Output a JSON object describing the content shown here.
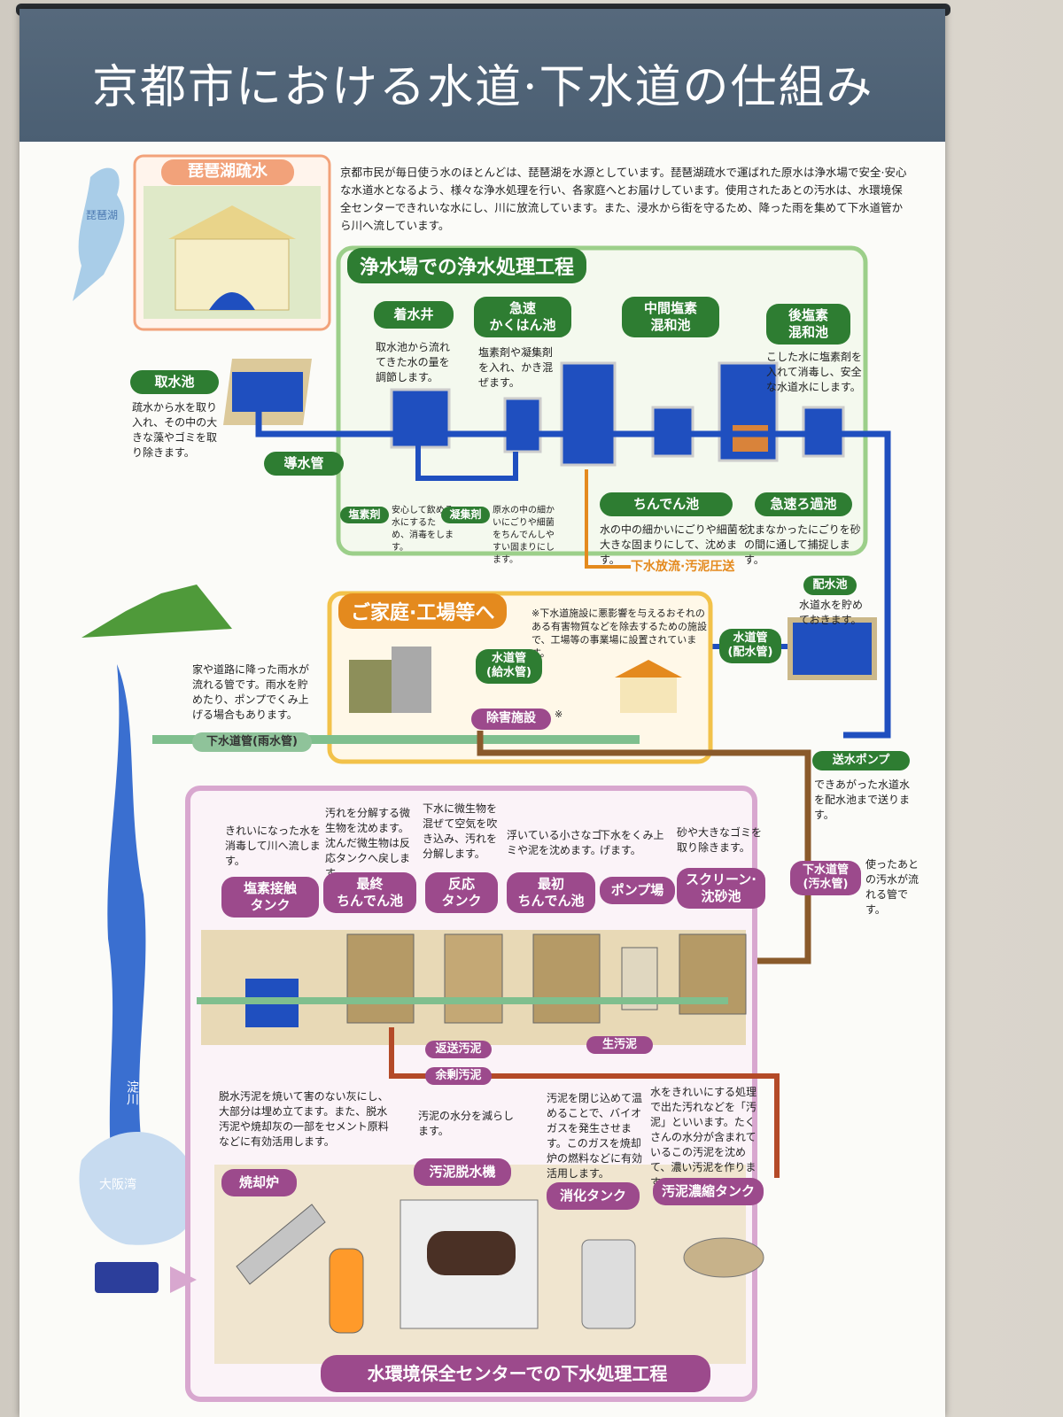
{
  "header": {
    "title": "京都市における水道·下水道の仕組み"
  },
  "intro": "京都市民が毎日使う水のほとんどは、琵琶湖を水源としています。琵琶湖疏水で運ばれた原水は浄水場で安全·安心な水道水となるよう、様々な浄水処理を行い、各家庭へとお届けしています。使用されたあとの汚水は、水環境保全センターできれいな水にし、川に放流しています。また、浸水から街を守るため、降った雨を集めて下水道管から川へ流しています。",
  "map": {
    "lake": "琵琶湖",
    "river": "淀川",
    "bay": "大阪湾"
  },
  "canal": {
    "title": "琵琶湖疏水"
  },
  "intake": {
    "label": "取水池",
    "desc": "疏水から水を取り入れ、その中の大きな藻やゴミを取り除きます。",
    "pipe": "導水管"
  },
  "purification": {
    "title": "浄水場での浄水処理工程",
    "steps": [
      {
        "label": "着水井",
        "desc": "取水池から流れてきた水の量を調節します。"
      },
      {
        "label": "急速\nかくはん池",
        "desc": "塩素剤や凝集剤を入れ、かき混ぜます。"
      },
      {
        "label": "中間塩素\n混和池",
        "desc": ""
      },
      {
        "label": "後塩素\n混和池",
        "desc": "こした水に塩素剤を入れて消毒し、安全な水道水にします。"
      },
      {
        "label": "ちんでん池",
        "desc": "水の中の細かいにごりや細菌を大きな固まりにして、沈めます。"
      },
      {
        "label": "急速ろ過池",
        "desc": "沈まなかったにごりを砂の間に通して捕捉します。"
      }
    ],
    "legend": [
      {
        "label": "塩素剤",
        "desc": "安心して飲める水にするため、消毒をします。"
      },
      {
        "label": "凝集剤",
        "desc": "原水の中の細かいにごりや細菌をちんでんしやすい固まりにします。"
      }
    ],
    "discharge": "下水放流·汚泥圧送"
  },
  "distribution": {
    "reservoir": {
      "label": "配水池",
      "desc": "水道水を貯めておきます。"
    },
    "pump": {
      "label": "送水ポンプ",
      "desc": "できあがった水道水を配水池まで送ります。"
    },
    "main": "水道管\n(配水管)"
  },
  "homes": {
    "title": "ご家庭·工場等へ",
    "note": "※下水道施設に悪影響を与えるおそれのある有害物質などを除去するための施設で、工場等の事業場に設置されています。",
    "supply": "水道管\n(給水管)",
    "facility": "除害施設",
    "mark": "※"
  },
  "rain": {
    "desc": "家や道路に降った雨水が流れる管です。雨水を貯めたり、ポンプでくみ上げる場合もあります。",
    "label": "下水道管(雨水管)"
  },
  "sewer_pipe": {
    "label": "下水道管\n(汚水管)",
    "desc": "使ったあとの汚水が流れる管です。"
  },
  "sewage": {
    "title": "水環境保全センターでの下水処理工程",
    "steps": [
      {
        "label": "塩素接触\nタンク",
        "desc": "きれいになった水を消毒して川へ流します。"
      },
      {
        "label": "最終\nちんでん池",
        "desc": "汚れを分解する微生物を沈めます。沈んだ微生物は反応タンクへ戻します。"
      },
      {
        "label": "反応\nタンク",
        "desc": "下水に微生物を混ぜて空気を吹き込み、汚れを分解します。"
      },
      {
        "label": "最初\nちんでん池",
        "desc": "浮いている小さなゴミや泥を沈めます。"
      },
      {
        "label": "ポンプ場",
        "desc": "下水をくみ上げます。"
      },
      {
        "label": "スクリーン·\n沈砂池",
        "desc": "砂や大きなゴミを取り除きます。"
      }
    ],
    "return": "返送汚泥",
    "excess": "余剰汚泥",
    "raw": "生汚泥"
  },
  "sludge": {
    "steps": [
      {
        "label": "焼却炉",
        "desc": "脱水汚泥を焼いて害のない灰にし、大部分は埋め立てます。また、脱水汚泥や焼却灰の一部をセメント原料などに有効活用します。"
      },
      {
        "label": "汚泥脱水機",
        "desc": "汚泥の水分を減らします。"
      },
      {
        "label": "消化タンク",
        "desc": "汚泥を閉じ込めて温めることで、バイオガスを発生させます。このガスを焼却炉の燃料などに有効活用します。"
      },
      {
        "label": "汚泥濃縮タンク",
        "desc": "水をきれいにする処理で出た汚れなどを「汚泥」といいます。たくさんの水分が含まれているこの汚泥を沈めて、濃い汚泥を作ります。"
      }
    ]
  },
  "colors": {
    "header": "#4b5f73",
    "green": "#2e7d32",
    "purple": "#9c4a8c",
    "orange": "#e48a1e",
    "water": "#1f4fbf",
    "sewage": "#8a5a2b"
  }
}
